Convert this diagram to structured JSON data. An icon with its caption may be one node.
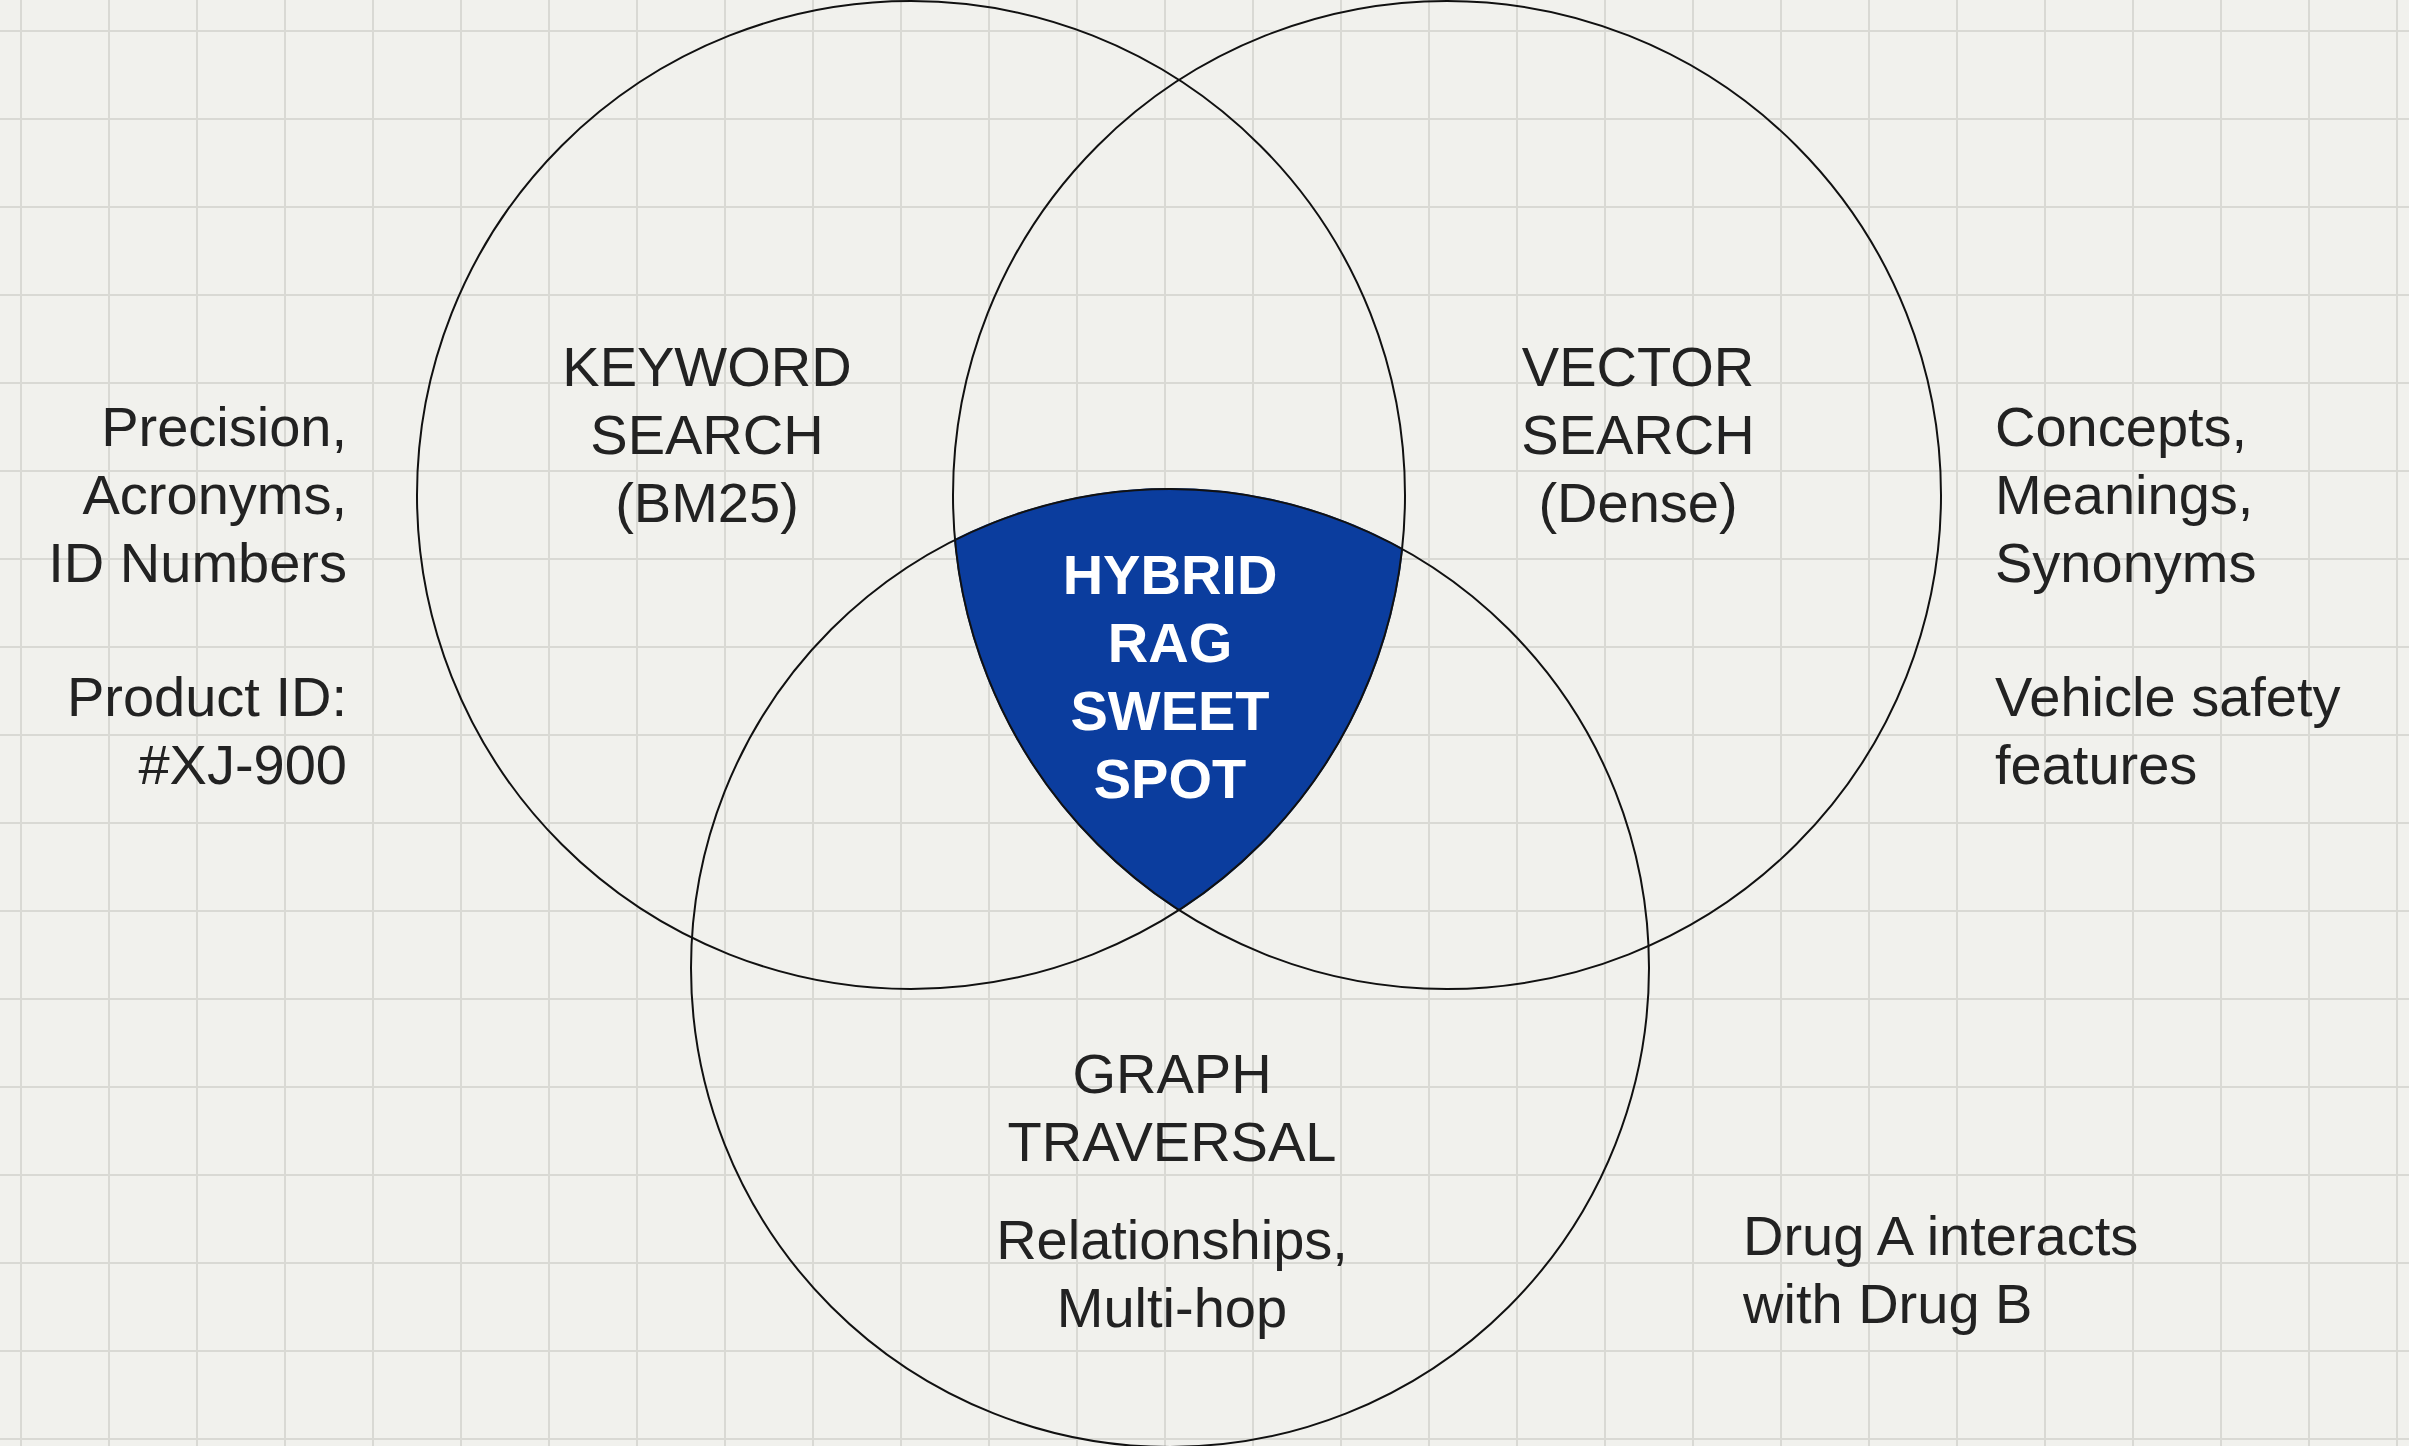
{
  "diagram": {
    "nodes": [
      {
        "text": [
          "KEYWORD SEARCH (BM25)"
        ]
      },
      {
        "text": [
          "VECTOR SEARCH (Dense)"
        ]
      },
      {
        "text": [
          "GRAPH TRAVERSAL",
          "Relationships, Multi-hop"
        ]
      },
      {
        "text": [
          "HYBRID RAG SWEET SPOT"
        ]
      }
    ],
    "labels": [
      "Precision, Acronyms, ID Numbers",
      "Product ID: #XJ-900",
      "Concepts, Meanings, Synonyms",
      "Vehicle safety features",
      "Drug A interacts with Drug B"
    ]
  }
}
